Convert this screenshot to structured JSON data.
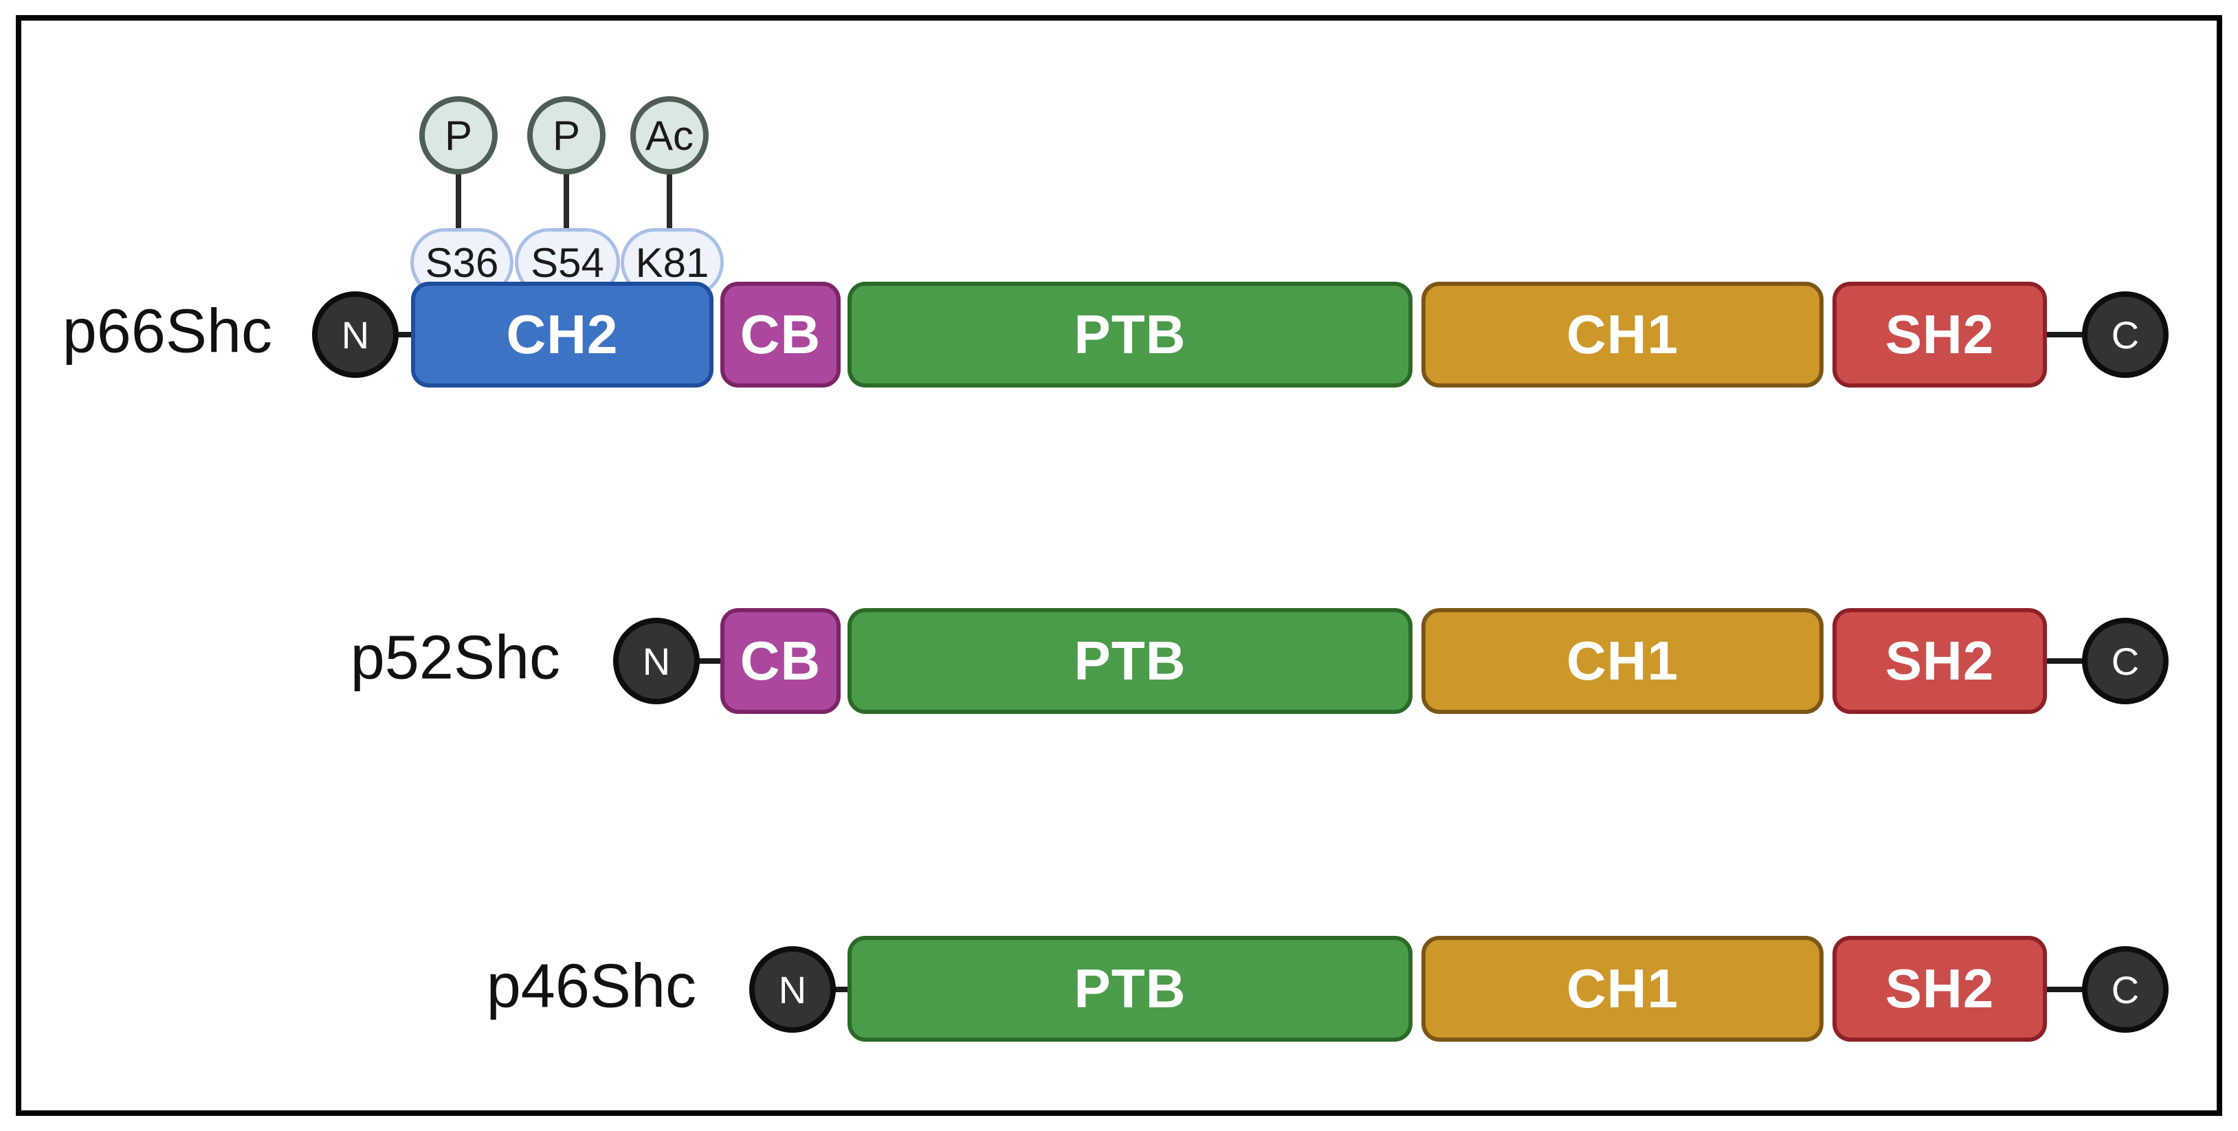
{
  "figure": {
    "background": "#ffffff",
    "frame_border_color": "#000000"
  },
  "colors": {
    "ch2_fill": "#3d73c4",
    "ch2_border": "#1e4e9d",
    "cb_fill": "#ab479c",
    "cb_border": "#7d2367",
    "ptb_fill": "#4a9c4a",
    "ptb_border": "#2b6b27",
    "ch1_fill": "#cd9729",
    "ch1_border": "#7c5617",
    "sh2_fill": "#cb4d4a",
    "sh2_border": "#8f2027",
    "terminus_fill": "#333333",
    "terminus_border": "#0d0d0d",
    "ptm_circle_fill": "#dbe7e1",
    "ptm_circle_border": "#4d5e55",
    "site_pill_fill": "#edf2fb",
    "site_pill_border": "#a9bfe6",
    "label_text": "#111111",
    "domain_text": "#ffffff"
  },
  "ptm": {
    "markers": [
      {
        "modification": "P",
        "site": "S36"
      },
      {
        "modification": "P",
        "site": "S54"
      },
      {
        "modification": "Ac",
        "site": "K81"
      }
    ]
  },
  "isoforms": [
    {
      "name": "p66Shc",
      "n_terminus": "N",
      "c_terminus": "C",
      "domains": [
        {
          "label": "CH2"
        },
        {
          "label": "CB"
        },
        {
          "label": "PTB"
        },
        {
          "label": "CH1"
        },
        {
          "label": "SH2"
        }
      ]
    },
    {
      "name": "p52Shc",
      "n_terminus": "N",
      "c_terminus": "C",
      "domains": [
        {
          "label": "CB"
        },
        {
          "label": "PTB"
        },
        {
          "label": "CH1"
        },
        {
          "label": "SH2"
        }
      ]
    },
    {
      "name": "p46Shc",
      "n_terminus": "N",
      "c_terminus": "C",
      "domains": [
        {
          "label": "PTB"
        },
        {
          "label": "CH1"
        },
        {
          "label": "SH2"
        }
      ]
    }
  ]
}
